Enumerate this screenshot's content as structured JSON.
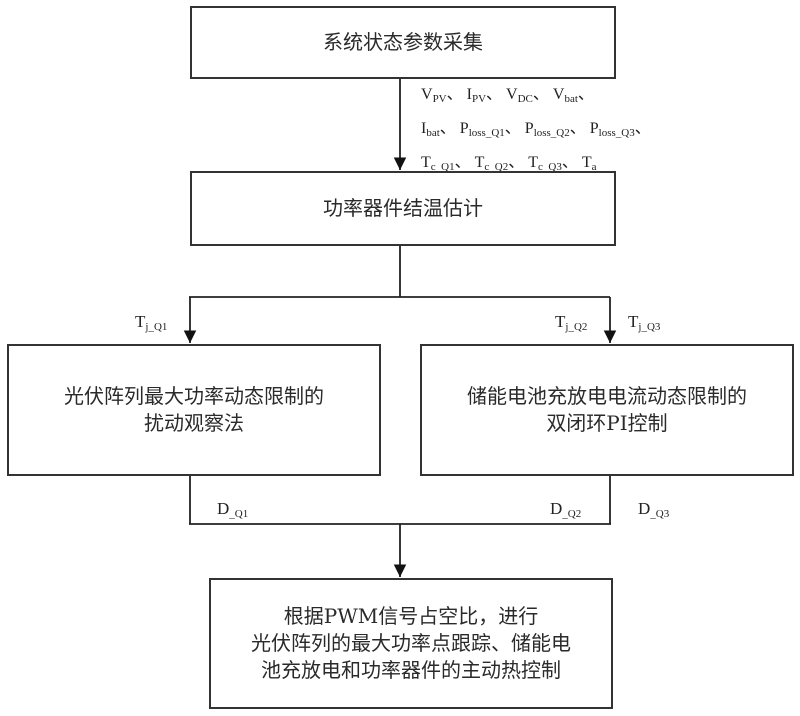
{
  "nodes": {
    "collect": {
      "lines": [
        "系统状态参数采集"
      ]
    },
    "estimate": {
      "lines": [
        "功率器件结温估计"
      ]
    },
    "pv_control": {
      "lines": [
        "光伏阵列最大功率动态限制的",
        "扰动观察法"
      ]
    },
    "battery_control": {
      "lines": [
        "储能电池充放电电流动态限制的",
        "双闭环PI控制"
      ]
    },
    "pwm_output": {
      "lines": [
        "根据PWM信号占空比，进行",
        "光伏阵列的最大功率点跟踪、储能电",
        "池充放电和功率器件的主动热控制"
      ]
    }
  },
  "edge_labels": {
    "params": {
      "separator": "、",
      "rows": [
        [
          {
            "base": "V",
            "sub": "PV"
          },
          {
            "base": "I",
            "sub": "PV"
          },
          {
            "base": "V",
            "sub": "DC"
          },
          {
            "base": "V",
            "sub": "bat"
          }
        ],
        [
          {
            "base": "I",
            "sub": "bat"
          },
          {
            "base": "P",
            "sub": "loss_Q1"
          },
          {
            "base": "P",
            "sub": "loss_Q2"
          },
          {
            "base": "P",
            "sub": "loss_Q3"
          }
        ],
        [
          {
            "base": "T",
            "sub": "c_Q1"
          },
          {
            "base": "T",
            "sub": "c_Q2"
          },
          {
            "base": "T",
            "sub": "c_Q3"
          },
          {
            "base": "T",
            "sub": "a"
          }
        ]
      ]
    },
    "tj_q1": {
      "base": "T",
      "sub": "j_Q1"
    },
    "tj_q2": {
      "base": "T",
      "sub": "j_Q2"
    },
    "tj_q3": {
      "base": "T",
      "sub": "j_Q3"
    },
    "d_q1": {
      "base": "D",
      "sub": "_Q1"
    },
    "d_q2": {
      "base": "D",
      "sub": "_Q2"
    },
    "d_q3": {
      "base": "D",
      "sub": "_Q3"
    }
  }
}
